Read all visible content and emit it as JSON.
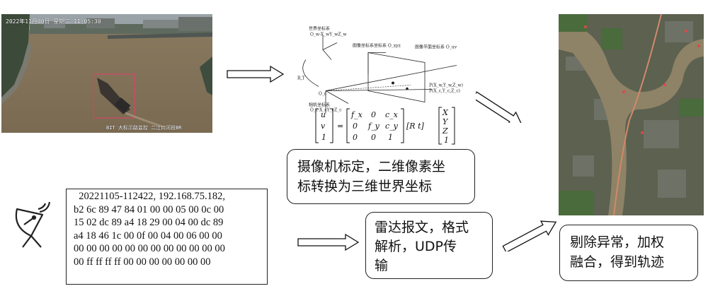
{
  "cctv": {
    "timestamp": "2022年11月00日 星期二 11:05:30",
    "caption": "BIT 大标示路监控 二江口河段BR"
  },
  "camera_model": {
    "world_frame": "世界坐标系",
    "world_sub": "O_w-X_wY_wZ_w",
    "image_frame": "图像坐标系坐标系 O_xyz",
    "pixel_frame": "图像平面坐标系 O_uv",
    "camera_frame": "相机坐标系",
    "camera_sub": "O_c-X_cY_cZ_c",
    "rt_label": "R,T",
    "point_P": "P(X_w,Y_w,Z_w)",
    "point_Pc": "P(X_c,Y_c,Z_c)",
    "origin": "O_c"
  },
  "formula": {
    "lhs": [
      "u",
      "v",
      "1"
    ],
    "intrinsic": [
      [
        "f_x",
        "0",
        "c_x"
      ],
      [
        "0",
        "f_y",
        "c_y"
      ],
      [
        "0",
        "0",
        "1"
      ]
    ],
    "extrinsic": "[R   t]",
    "world": [
      "X",
      "Y",
      "Z",
      "1"
    ]
  },
  "camera_box": {
    "text": "摄像机标定，二维像素坐\n标转换为三维世界坐标"
  },
  "radar_box": {
    "text": "雷达报文，格式\n解析，UDP传\n输"
  },
  "fusion_box": {
    "text": "剔除异常，加权\n融合，得到轨迹"
  },
  "packet": {
    "lines": [
      "  20221105-112422, 192.168.75.182,",
      "b2 6c 89 47 84 01 00 00 05 00 0c 00",
      "15 02 dc 89 a4 18 29 00 04 00 dc 89",
      "a4 18 46 1c 00 0f 00 04 00 06 00 00",
      "00 00 00 00 00 00 00 00 00 00 00 00",
      "00 ff ff ff ff 00 00 00 00 00 00 00"
    ]
  },
  "icons": {
    "radar": "radar-dish-icon"
  }
}
